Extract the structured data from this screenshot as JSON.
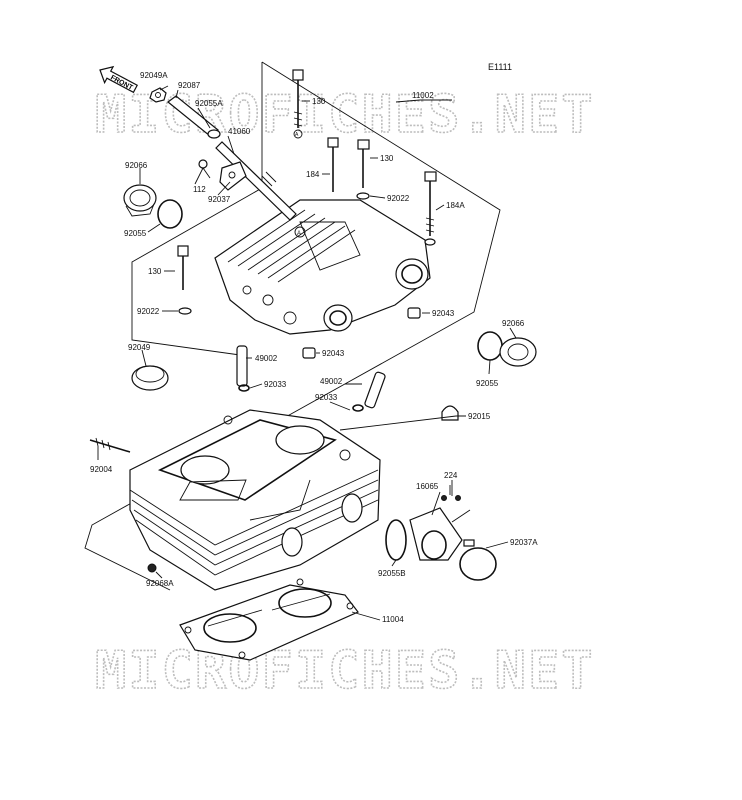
{
  "diagram": {
    "code": "E1111",
    "front_label": "FRONT",
    "watermark_top": "MICROFICHES.NET",
    "watermark_bottom": "MICROFICHES.NET",
    "circle_marker": "A",
    "labels": {
      "p92049A": "92049A",
      "p92087": "92087",
      "p92055A": "92055A",
      "p41060": "41060",
      "p130a": "130",
      "p11002": "11002",
      "p92066a": "92066",
      "p112": "112",
      "p92037": "92037",
      "p184": "184",
      "p130b": "130",
      "p92022a": "92022",
      "p184A": "184A",
      "p92055a": "92055",
      "p130c": "130",
      "p92022b": "92022",
      "p92043a": "92043",
      "p92066b": "92066",
      "p92049": "92049",
      "p49002a": "49002",
      "p92043b": "92043",
      "p92055b": "92055",
      "p92033a": "92033",
      "p49002b": "49002",
      "p92033b": "92033",
      "p92015": "92015",
      "p92004": "92004",
      "p224": "224",
      "p16065": "16065",
      "p92037A": "92037A",
      "p92055B": "92055B",
      "p92068A": "92068A",
      "p11004": "11004"
    }
  }
}
